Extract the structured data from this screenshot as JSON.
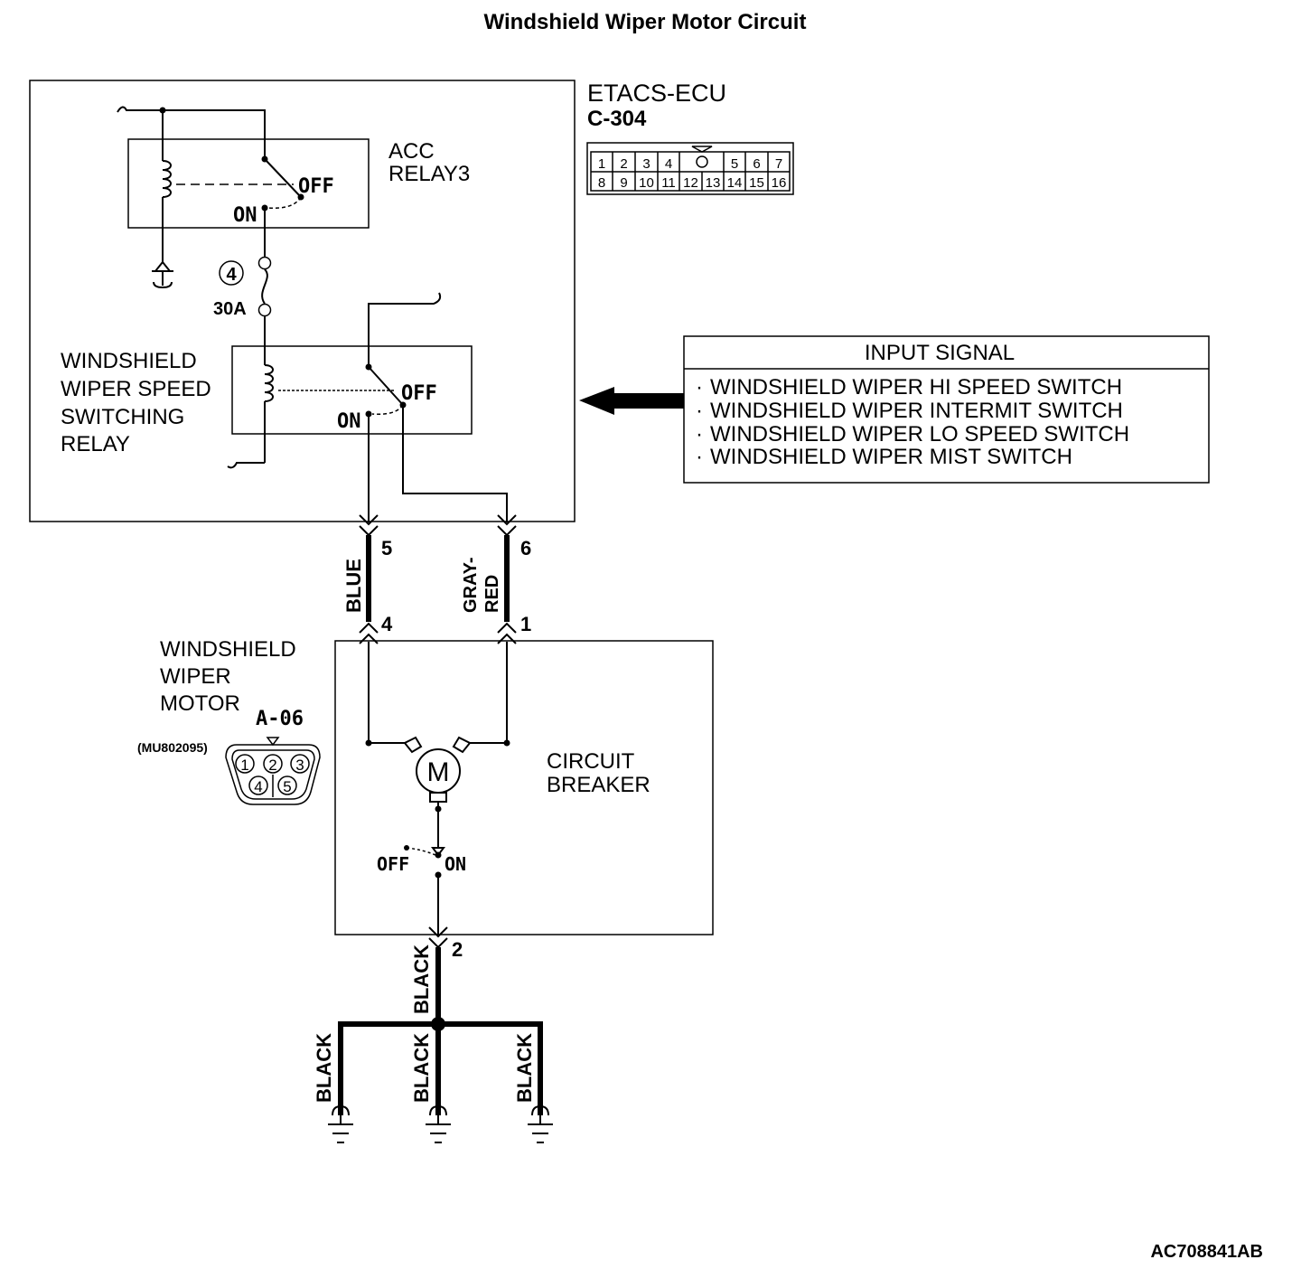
{
  "title": "Windshield Wiper Motor Circuit",
  "figure_id": "AC708841AB",
  "ecu": {
    "name": "ETACS-ECU",
    "connector": "C-304",
    "pins_top": [
      "1",
      "2",
      "3",
      "4",
      "",
      "5",
      "6",
      "7"
    ],
    "pins_bottom": [
      "8",
      "9",
      "10",
      "11",
      "12",
      "13",
      "14",
      "15",
      "16"
    ]
  },
  "acc_relay": {
    "label_line1": "ACC",
    "label_line2": "RELAY3",
    "off": "OFF",
    "on": "ON"
  },
  "fuse": {
    "number": "4",
    "rating": "30A"
  },
  "speed_relay": {
    "label_lines": [
      "WINDSHIELD",
      "WIPER SPEED",
      "SWITCHING",
      "RELAY"
    ],
    "off": "OFF",
    "on": "ON"
  },
  "input_signal": {
    "header": "INPUT SIGNAL",
    "items": [
      "WINDSHIELD WIPER HI SPEED SWITCH",
      "WINDSHIELD WIPER INTERMIT SWITCH",
      "WINDSHIELD WIPER LO SPEED SWITCH",
      "WINDSHIELD WIPER MIST SWITCH"
    ]
  },
  "wires": {
    "left": {
      "color": "BLUE",
      "ecu_pin": "5",
      "motor_pin": "4"
    },
    "right": {
      "color_line1": "GRAY-",
      "color_line2": "RED",
      "ecu_pin": "6",
      "motor_pin": "1"
    },
    "ground_pin": "2",
    "ground_color": "BLACK"
  },
  "motor": {
    "label_lines": [
      "WINDSHIELD",
      "WIPER",
      "MOTOR"
    ],
    "connector": "A-06",
    "part_number": "(MU802095)",
    "pins": [
      "1",
      "2",
      "3",
      "4",
      "5"
    ],
    "motor_symbol": "M",
    "breaker_line1": "CIRCUIT",
    "breaker_line2": "BREAKER",
    "switch_off": "OFF",
    "switch_on": "ON"
  }
}
